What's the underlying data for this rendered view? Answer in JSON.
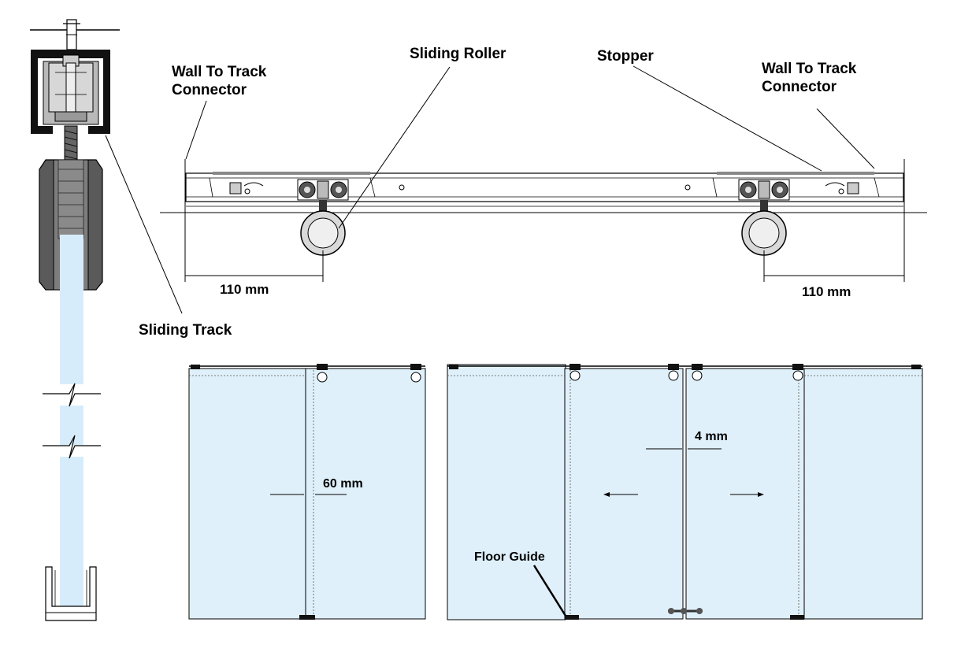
{
  "labels": {
    "wall_connector_left": [
      "Wall To Track",
      "Connector"
    ],
    "sliding_roller": "Sliding Roller",
    "stopper": "Stopper",
    "wall_connector_right": [
      "Wall To Track",
      "Connector"
    ],
    "sliding_track": "Sliding Track",
    "dim_left": "110 mm",
    "dim_right": "110 mm",
    "dim_60": "60 mm",
    "dim_4": "4 mm",
    "floor_guide": "Floor Guide"
  },
  "colors": {
    "glass": "#dff0fa",
    "glass_strip": "#d6ecfa",
    "line": "#000000",
    "hardware_gray": "#9a9a9a",
    "hardware_dark": "#4a4a4a"
  }
}
